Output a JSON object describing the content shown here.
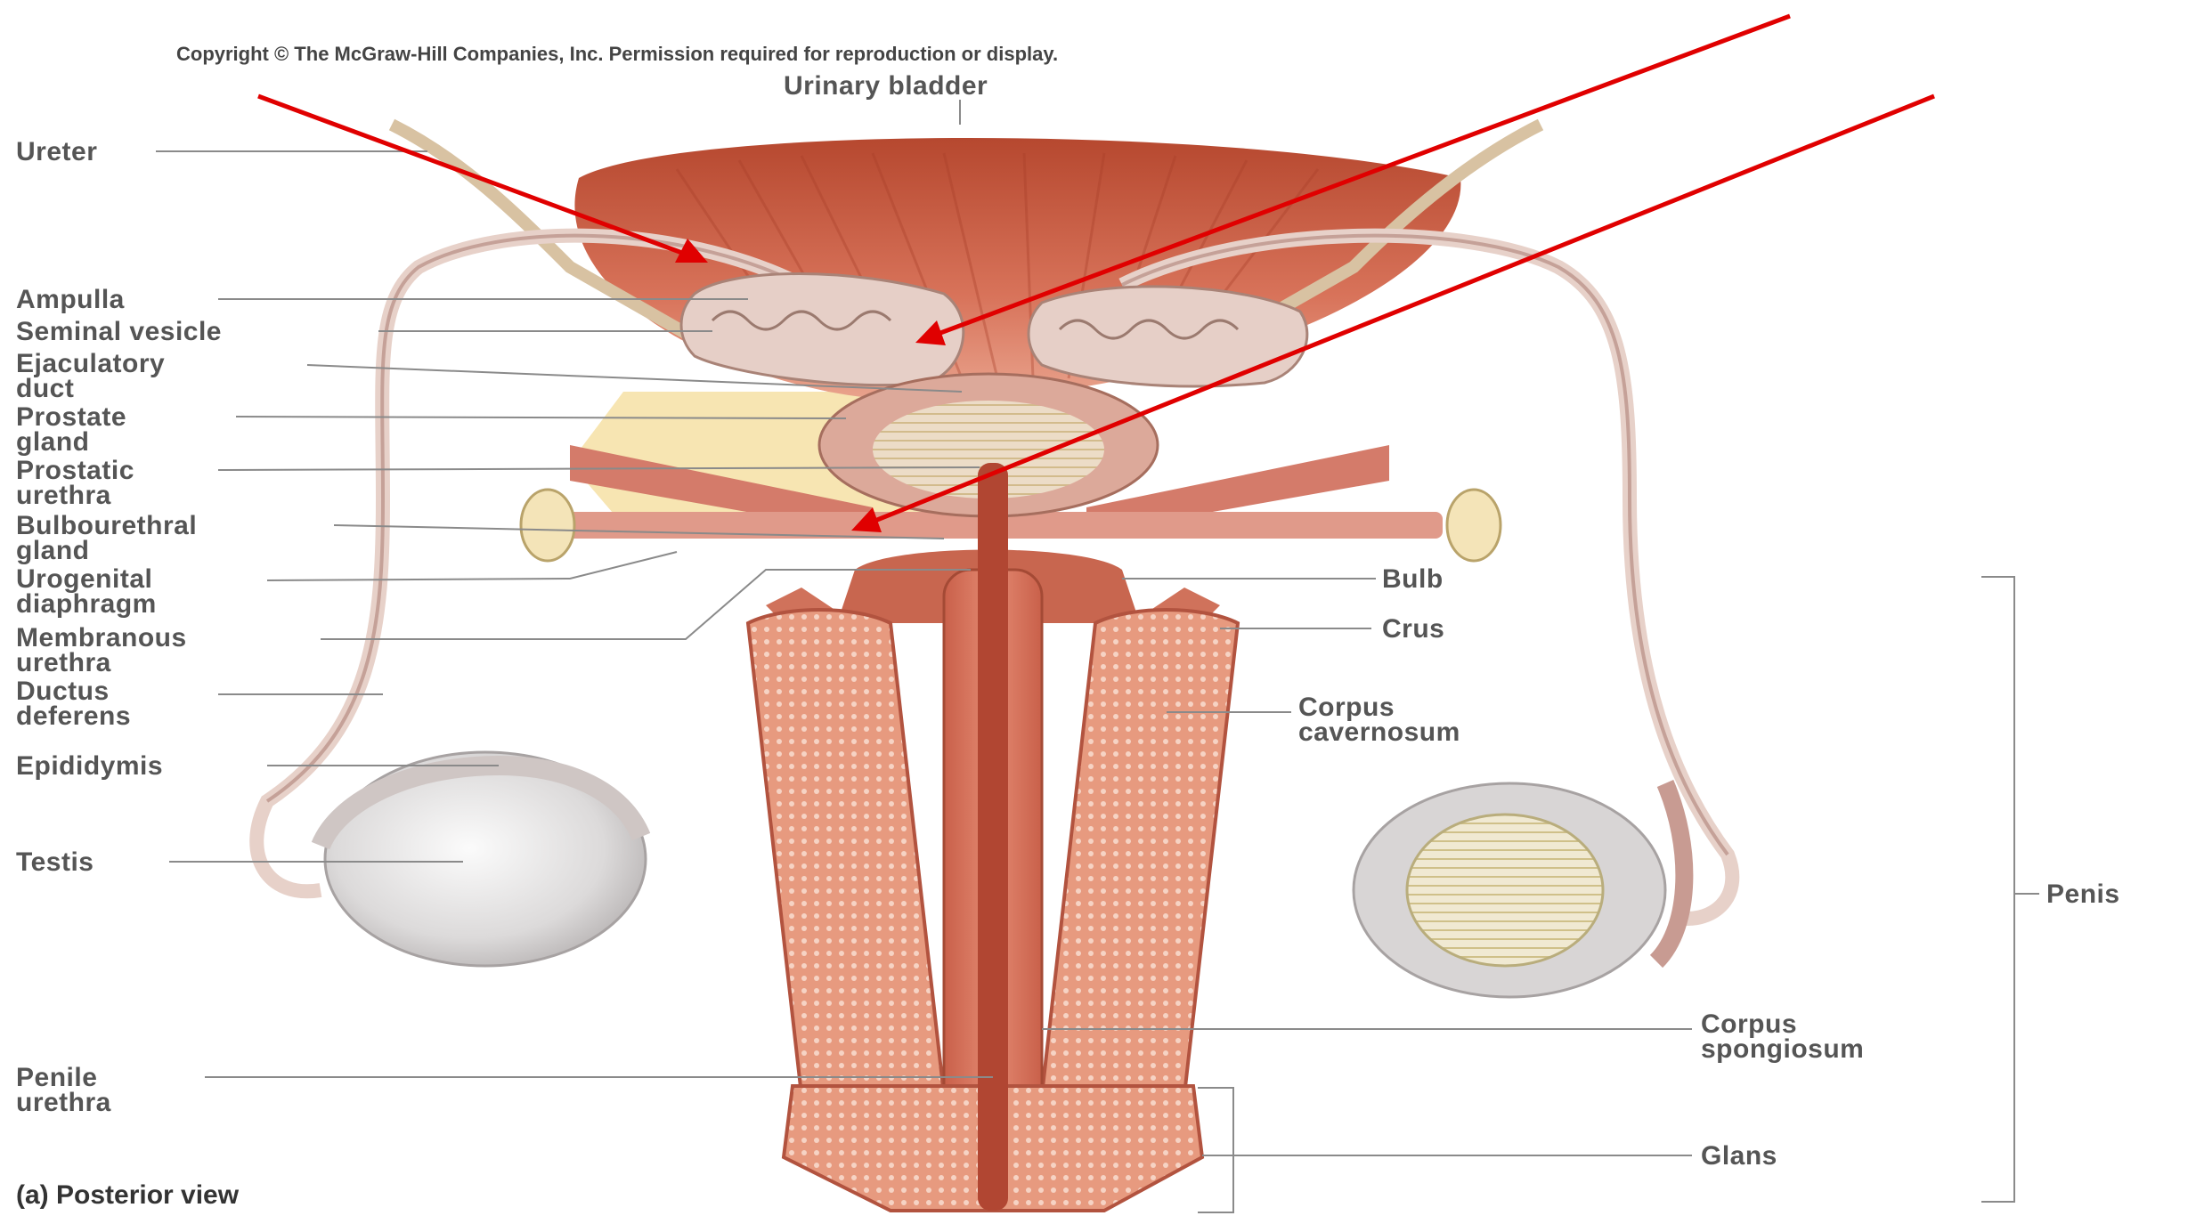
{
  "copyright": "Copyright © The McGraw-Hill Companies, Inc. Permission required for reproduction or display.",
  "caption": "(a) Posterior view",
  "labels_left": {
    "ureter": "Ureter",
    "ampulla": "Ampulla",
    "seminal_vesicle": "Seminal vesicle",
    "ejaculatory_duct_1": "Ejaculatory",
    "ejaculatory_duct_2": "duct",
    "prostate_gland_1": "Prostate",
    "prostate_gland_2": "gland",
    "prostatic_urethra_1": "Prostatic",
    "prostatic_urethra_2": "urethra",
    "bulbourethral_gland_1": "Bulbourethral",
    "bulbourethral_gland_2": "gland",
    "urogenital_diaphragm_1": "Urogenital",
    "urogenital_diaphragm_2": "diaphragm",
    "membranous_urethra_1": "Membranous",
    "membranous_urethra_2": "urethra",
    "ductus_deferens_1": "Ductus",
    "ductus_deferens_2": "deferens",
    "epididymis": "Epididymis",
    "testis": "Testis",
    "penile_urethra_1": "Penile",
    "penile_urethra_2": "urethra"
  },
  "labels_right": {
    "urinary_bladder": "Urinary bladder",
    "bulb": "Bulb",
    "crus": "Crus",
    "corpus_cavernosum_1": "Corpus",
    "corpus_cavernosum_2": "cavernosum",
    "corpus_spongiosum_1": "Corpus",
    "corpus_spongiosum_2": "spongiosum",
    "glans": "Glans",
    "penis": "Penis"
  },
  "colors": {
    "muscle": "#c8553d",
    "tissue_light": "#f2c6b0",
    "gland": "#d9a89a",
    "fat": "#f5dc9a",
    "testis": "#e4e2e2",
    "arrow": "#e00000"
  }
}
